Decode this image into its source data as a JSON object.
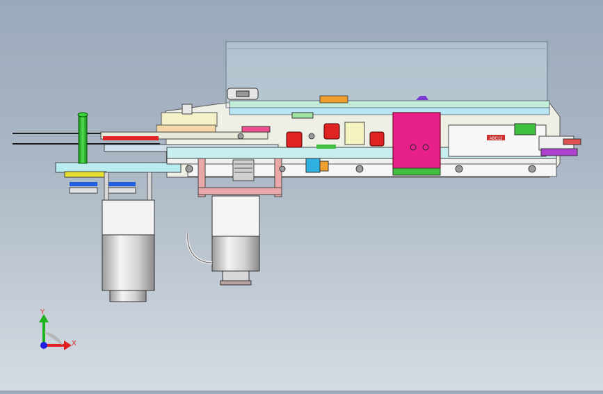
{
  "viewport": {
    "background_top": "#9aa9bb",
    "background_bottom": "#d4dbe2"
  },
  "triad": {
    "x_label": "X",
    "y_label": "Y",
    "x_color": "#e02020",
    "y_color": "#20b020",
    "z_color": "#2020e0"
  },
  "model": {
    "colors": {
      "frame": "#f2f2ea",
      "plate_cyan": "#b8ecf0",
      "magenta": "#e8208c",
      "red": "#e02424",
      "green": "#28c028",
      "pink": "#e8a8a8",
      "purple": "#a040d0",
      "motor_silver": "#dcdcdc",
      "yellow": "#e8e030",
      "blue": "#2060e0",
      "orange": "#f0a030"
    },
    "label_block": "ABC12"
  }
}
